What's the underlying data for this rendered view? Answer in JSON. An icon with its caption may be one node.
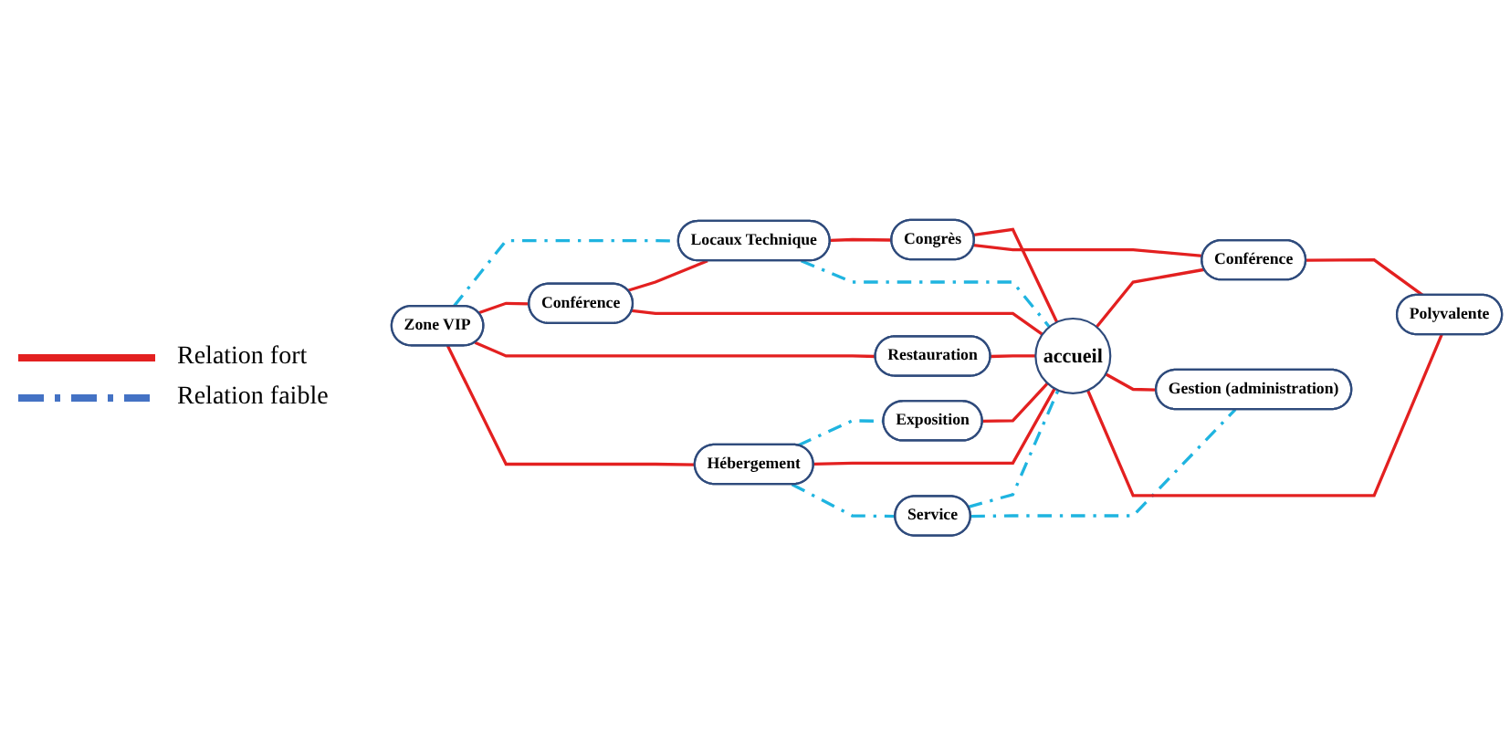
{
  "diagram": {
    "nodes": [
      {
        "text": [
          "Zone VIP"
        ]
      },
      {
        "text": [
          "Locaux Technique"
        ]
      },
      {
        "text": [
          "Restauration"
        ]
      },
      {
        "text": [
          "Conférence"
        ]
      },
      {
        "text": [
          "Congrès"
        ]
      },
      {
        "text": [
          "Hébergement"
        ]
      },
      {
        "text": [
          "Exposition"
        ]
      },
      {
        "text": [
          "accueil"
        ]
      },
      {
        "text": [
          "Conférence"
        ]
      },
      {
        "text": [
          "Service"
        ]
      },
      {
        "text": [
          "Gestion (administration)"
        ]
      },
      {
        "text": [
          "Polyvalente"
        ]
      }
    ],
    "edges": [
      {
        "from": 0,
        "to": 1,
        "arrow": "none",
        "style": "dashed",
        "color": "#1fb4e0"
      },
      {
        "from": 0,
        "to": 3,
        "arrow": "none"
      },
      {
        "from": 0,
        "to": 2,
        "arrow": "none"
      },
      {
        "from": 0,
        "to": 5,
        "arrow": "none"
      },
      {
        "from": 3,
        "to": 1,
        "arrow": "none"
      },
      {
        "from": 1,
        "to": 4,
        "arrow": "none"
      },
      {
        "from": 1,
        "to": 7,
        "arrow": "none",
        "style": "dashed",
        "color": "#1fb4e0"
      },
      {
        "from": 2,
        "to": 7,
        "arrow": "none"
      },
      {
        "from": 3,
        "to": 7,
        "arrow": "none"
      },
      {
        "from": 4,
        "to": 7,
        "arrow": "none"
      },
      {
        "from": 4,
        "to": 8,
        "arrow": "none"
      },
      {
        "from": 5,
        "to": 6,
        "arrow": "none",
        "style": "dashed",
        "color": "#1fb4e0"
      },
      {
        "from": 5,
        "to": 7,
        "arrow": "none"
      },
      {
        "from": 6,
        "to": 7,
        "arrow": "none"
      },
      {
        "from": 5,
        "to": 9,
        "arrow": "none",
        "style": "dashed",
        "color": "#1fb4e0"
      },
      {
        "from": 9,
        "to": 7,
        "arrow": "none",
        "style": "dashed",
        "color": "#1fb4e0"
      },
      {
        "from": 9,
        "to": 10,
        "arrow": "none",
        "style": "dashed",
        "color": "#1fb4e0"
      },
      {
        "from": 7,
        "to": 8,
        "arrow": "none"
      },
      {
        "from": 7,
        "to": 10,
        "arrow": "none"
      },
      {
        "from": 7,
        "to": 11,
        "arrow": "none"
      },
      {
        "from": 8,
        "to": 11,
        "arrow": "none"
      }
    ],
    "legend": [
      {
        "text": "Relation fort"
      },
      {
        "text": "Relation faible"
      }
    ]
  }
}
